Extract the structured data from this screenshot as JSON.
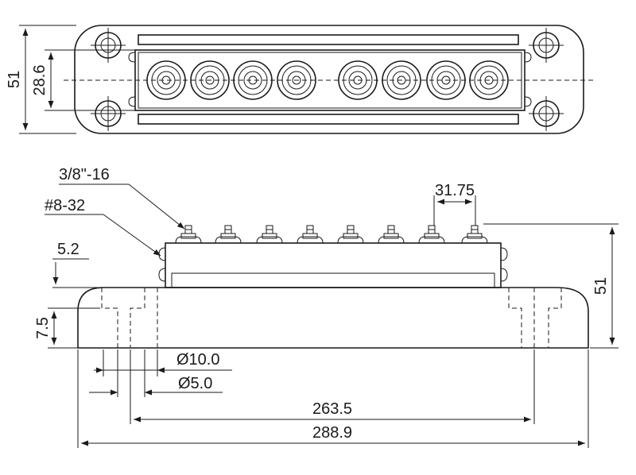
{
  "dimensions": {
    "top_height": "51",
    "top_inner_height": "28.6",
    "thread_large": "3/8\"-16",
    "thread_small": "#8-32",
    "base_step": "5.2",
    "base_height": "7.5",
    "stud_pitch": "31.75",
    "side_height": "51",
    "hole_outer_dia": "Ø10.0",
    "hole_inner_dia": "Ø5.0",
    "hole_spacing": "263.5",
    "overall_length": "288.9"
  },
  "stud_count": 8,
  "colors": {
    "line": "#1a1a1a",
    "background": "#ffffff"
  }
}
